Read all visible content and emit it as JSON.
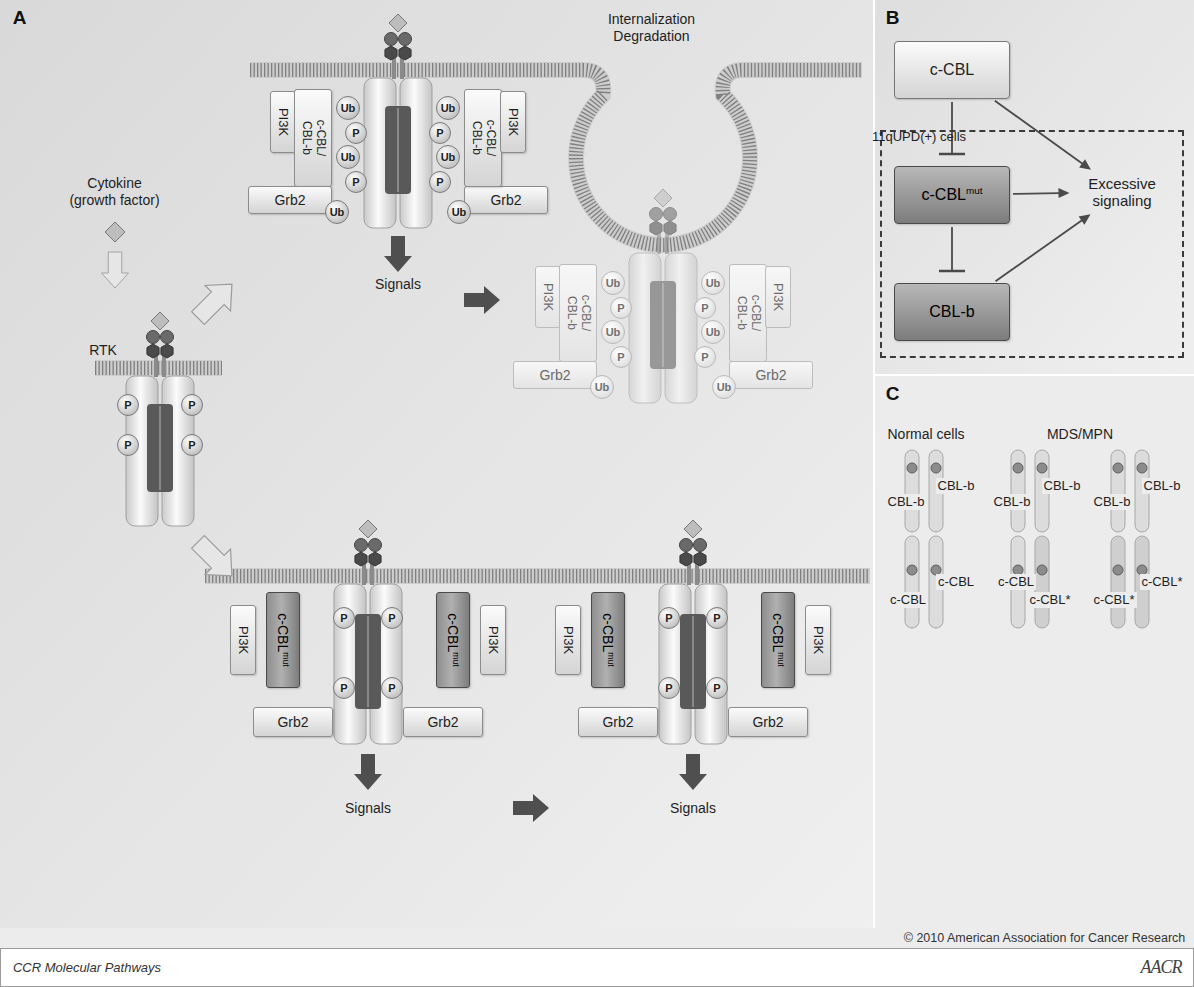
{
  "diagram": {
    "nodes": [
      {
        "text": [
          "PI3K"
        ]
      },
      {
        "text": [
          "c-CBL/ CBL-b"
        ]
      },
      {
        "text": [
          "Ub"
        ]
      },
      {
        "text": [
          "P"
        ]
      },
      {
        "text": [
          "Ub"
        ]
      },
      {
        "text": [
          "P"
        ]
      },
      {
        "text": [
          "Ub"
        ]
      },
      {
        "text": [
          "Grb2"
        ]
      },
      {
        "text": [
          "Ub"
        ]
      },
      {
        "text": [
          "P"
        ]
      },
      {
        "text": [
          "Ub"
        ]
      },
      {
        "text": [
          "P"
        ]
      },
      {
        "text": [
          "Ub"
        ]
      },
      {
        "text": [
          "Grb2"
        ]
      },
      {
        "text": [
          "c-CBL/ CBL-b"
        ]
      },
      {
        "text": [
          "PI3K"
        ]
      },
      {
        "text": [
          "PI3K"
        ]
      },
      {
        "text": [
          "c-CBL/ CBL-b"
        ]
      },
      {
        "text": [
          "Ub"
        ]
      },
      {
        "text": [
          "P"
        ]
      },
      {
        "text": [
          "Ub"
        ]
      },
      {
        "text": [
          "P"
        ]
      },
      {
        "text": [
          "Ub"
        ]
      },
      {
        "text": [
          "Grb2"
        ]
      },
      {
        "text": [
          "Ub"
        ]
      },
      {
        "text": [
          "P"
        ]
      },
      {
        "text": [
          "Ub"
        ]
      },
      {
        "text": [
          "P"
        ]
      },
      {
        "text": [
          "Ub"
        ]
      },
      {
        "text": [
          "Grb2"
        ]
      },
      {
        "text": [
          "c-CBL/ CBL-b"
        ]
      },
      {
        "text": [
          "PI3K"
        ]
      },
      {
        "text": [
          "P"
        ]
      },
      {
        "text": [
          "P"
        ]
      },
      {
        "text": [
          "P"
        ]
      },
      {
        "text": [
          "P"
        ]
      },
      {
        "text": [
          "PI3K"
        ]
      },
      {
        "text": [
          "c-CBL",
          "mut"
        ]
      },
      {
        "text": [
          "P"
        ]
      },
      {
        "text": [
          "P"
        ]
      },
      {
        "text": [
          "Grb2"
        ]
      },
      {
        "text": [
          "P"
        ]
      },
      {
        "text": [
          "P"
        ]
      },
      {
        "text": [
          "Grb2"
        ]
      },
      {
        "text": [
          "c-CBL",
          "mut"
        ]
      },
      {
        "text": [
          "PI3K"
        ]
      },
      {
        "text": [
          "PI3K"
        ]
      },
      {
        "text": [
          "c-CBL",
          "mut"
        ]
      },
      {
        "text": [
          "P"
        ]
      },
      {
        "text": [
          "P"
        ]
      },
      {
        "text": [
          "Grb2"
        ]
      },
      {
        "text": [
          "P"
        ]
      },
      {
        "text": [
          "P"
        ]
      },
      {
        "text": [
          "Grb2"
        ]
      },
      {
        "text": [
          "c-CBL",
          "mut"
        ]
      },
      {
        "text": [
          "PI3K"
        ]
      },
      {
        "text": [
          "c-CBL"
        ]
      },
      {
        "text": [
          "11qUPD(+) cells"
        ]
      },
      {
        "text": [
          "c-CBL",
          "mut"
        ],
        "in": 57
      },
      {
        "text": [
          "CBL-b"
        ],
        "in": 57
      },
      {
        "text": [
          "Excessive signaling"
        ],
        "in": 57
      }
    ],
    "edges": [
      {
        "from": 56,
        "to": 58,
        "arrow": "to"
      },
      {
        "from": 58,
        "to": 59,
        "arrow": "to"
      },
      {
        "from": 56,
        "to": 60,
        "arrow": "to"
      },
      {
        "from": 58,
        "to": 60,
        "arrow": "to"
      },
      {
        "from": 59,
        "to": 60,
        "arrow": "to"
      }
    ],
    "labels": [
      "A",
      "Internalization Degradation",
      "Cytokine (growth factor)",
      "RTK",
      "Signals",
      "Signals",
      "Signals",
      "B",
      "C",
      "Normal cells",
      "MDS/MPN",
      "CBL-b",
      "CBL-b",
      "c-CBL",
      "c-CBL",
      "CBL-b",
      "CBL-b",
      "c-CBL",
      "c-CBL*",
      "CBL-b",
      "CBL-b",
      "c-CBL*",
      "c-CBL*",
      "© 2010 American Association for Cancer Research",
      "CCR Molecular Pathways",
      "AACR"
    ]
  }
}
